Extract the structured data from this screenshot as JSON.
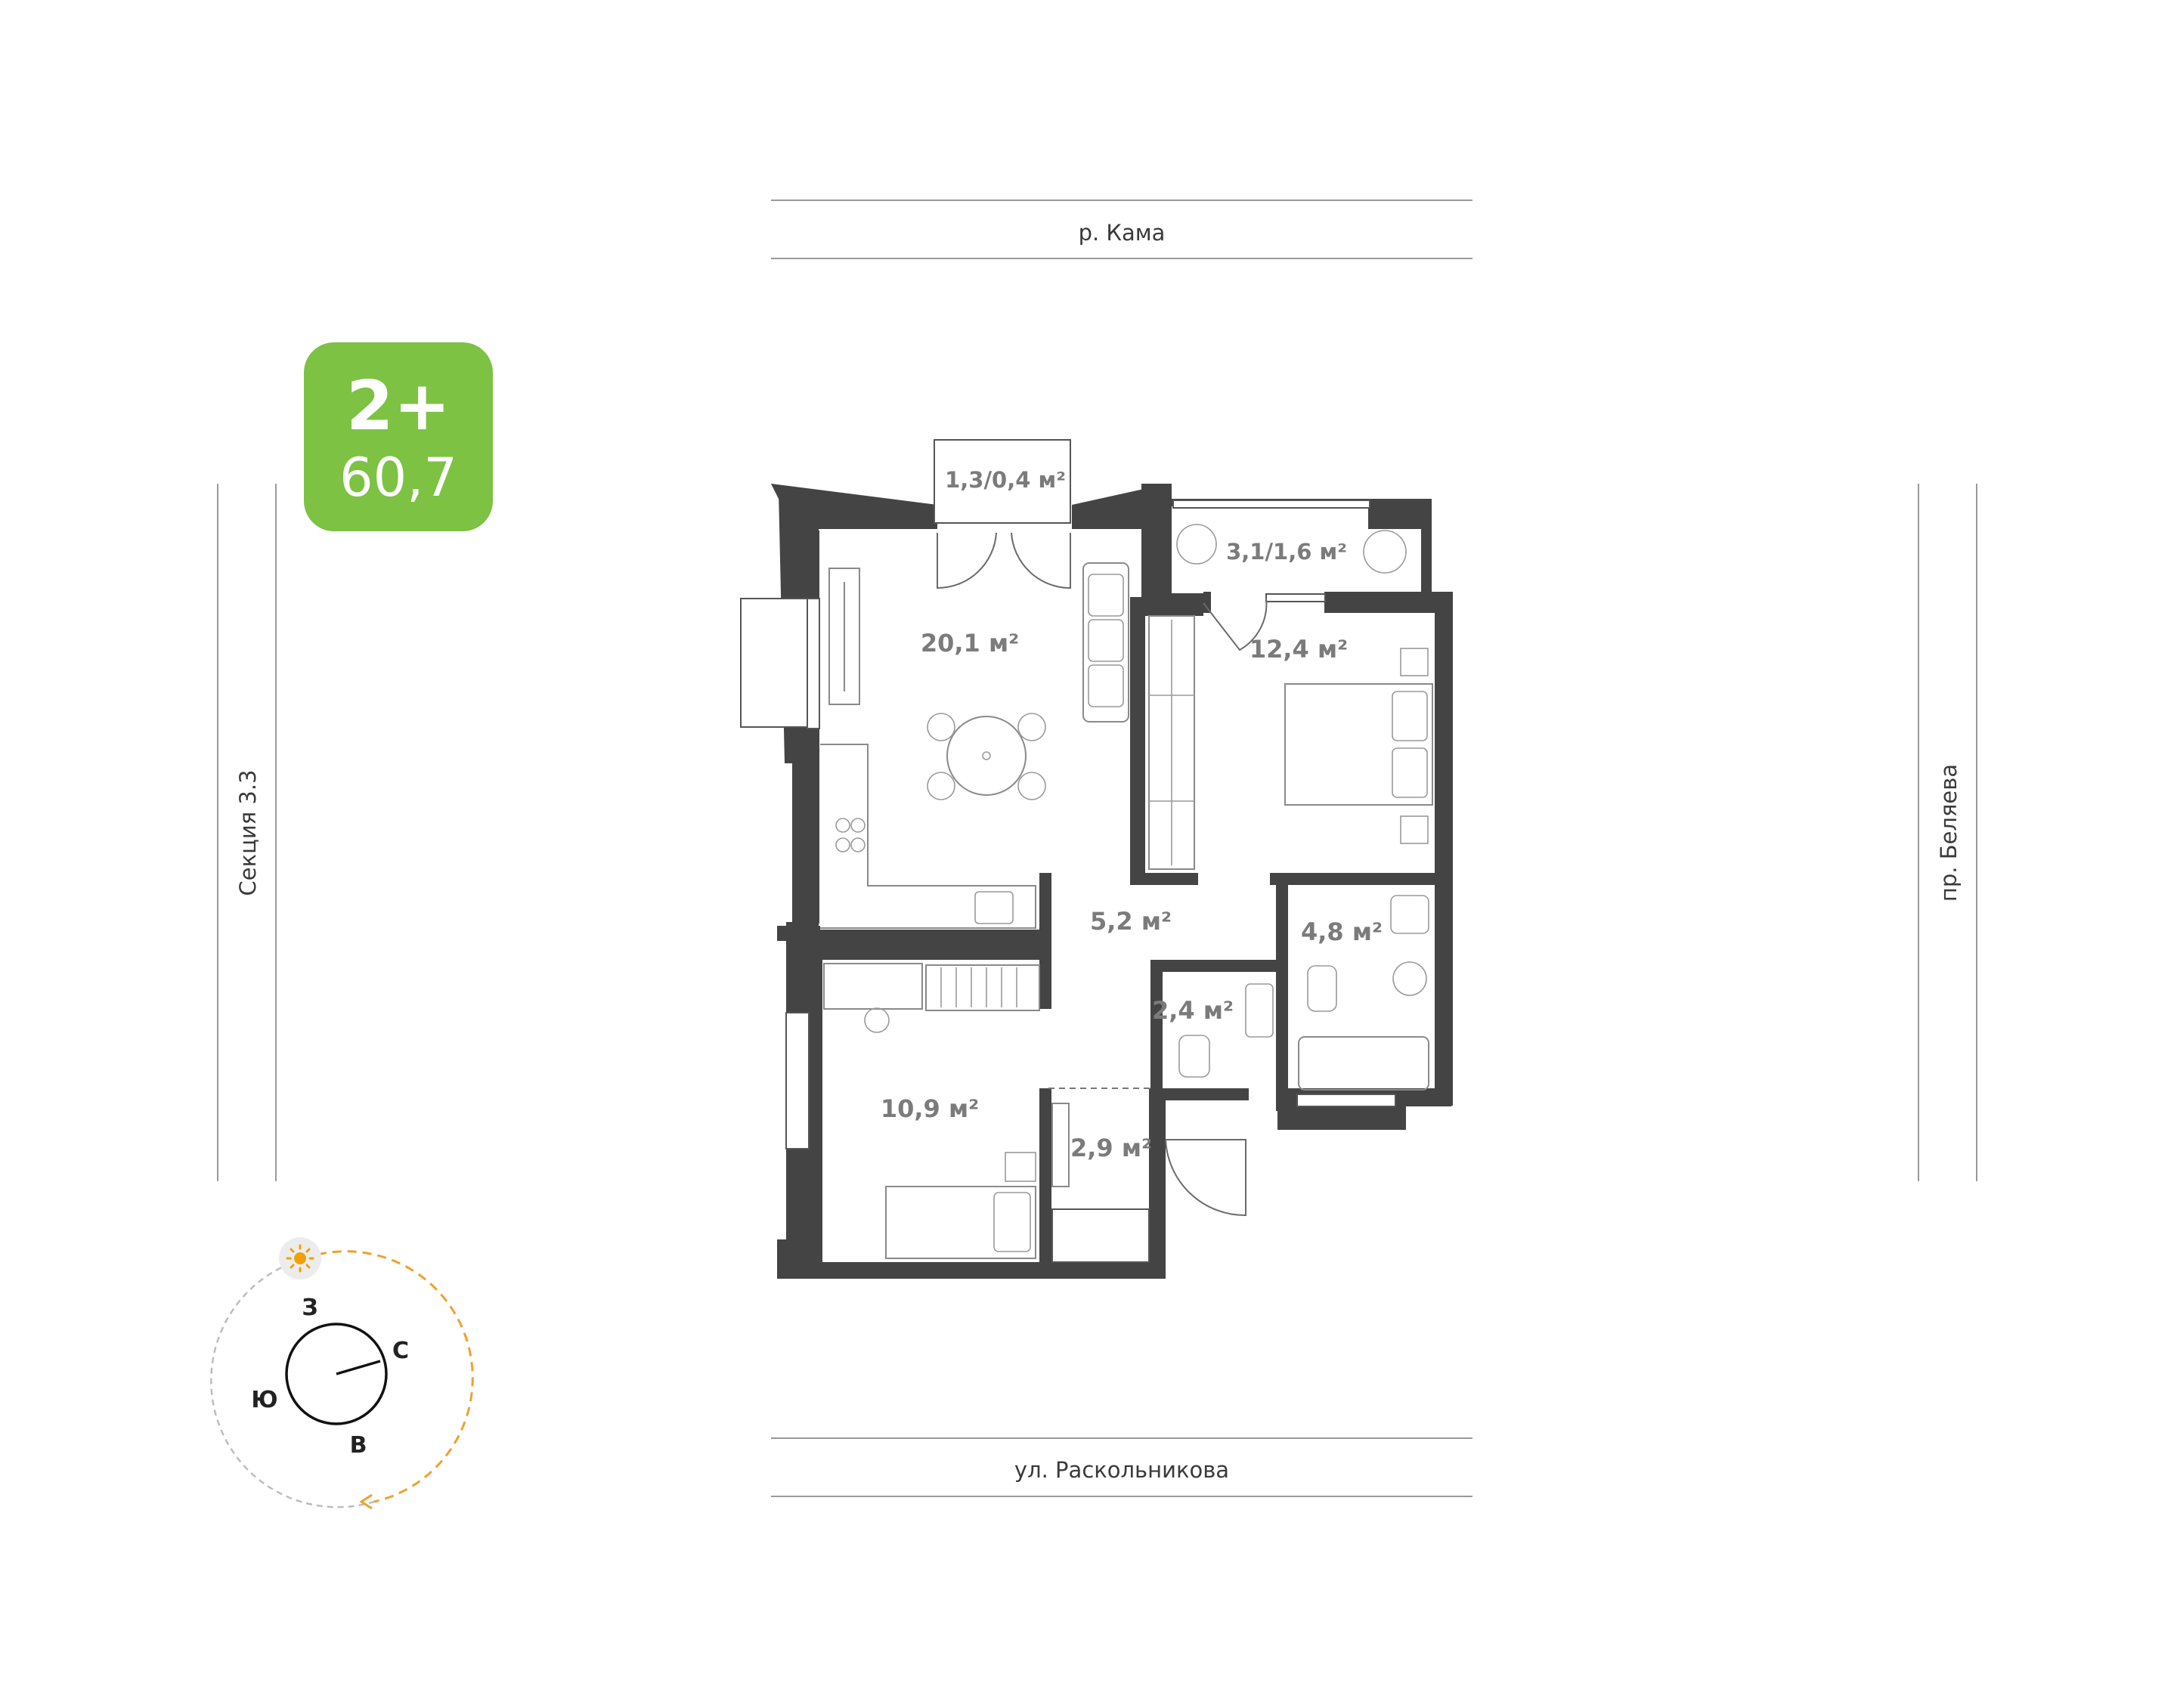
{
  "badge": {
    "rooms": "2+",
    "area": "60,7"
  },
  "streets": {
    "top": "р. Кама",
    "bottom": "ул. Раскольникова",
    "left": "Секция 3.3",
    "right": "пр. Беляева"
  },
  "rooms": {
    "balcony_left": "1,3/0,4 м²",
    "balcony_right": "3,1/1,6 м²",
    "living": "20,1 м²",
    "bedroom": "12,4 м²",
    "hall": "5,2 м²",
    "bathroom": "4,8 м²",
    "wc": "2,4 м²",
    "child": "10,9 м²",
    "entry": "2,9 м²"
  },
  "compass": {
    "n": "С",
    "s": "Ю",
    "w": "З",
    "e": "В"
  },
  "icons": [
    "sun-icon",
    "compass-icon"
  ],
  "colors": {
    "badge": "#7dc243",
    "wall": "#444444",
    "sun": "#f2a007",
    "sunpath": "#f0a030"
  }
}
